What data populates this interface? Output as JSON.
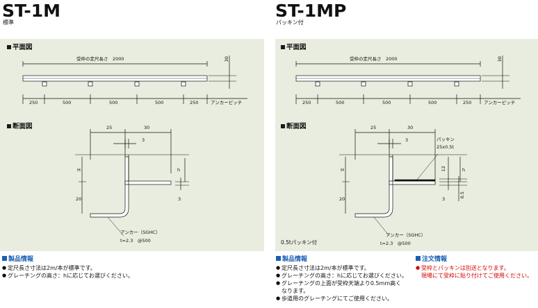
{
  "left": {
    "title": "ST-1M",
    "subtitle": "標準",
    "plan_label": "平面図",
    "section_label": "断面図",
    "plan_dims": {
      "total": "受枠の定尺長さ　2000",
      "height": "30",
      "pitch": [
        "250",
        "500",
        "500",
        "500",
        "250"
      ],
      "pitch_label": "アンカーピッチ"
    },
    "section_dims": {
      "top_a": "25",
      "top_b": "30",
      "gap": "3",
      "H": "H",
      "h": "h",
      "twenty": "20",
      "three": "3",
      "anchor": "アンカー（SGHC）",
      "anchor_spec": "t=2.3　@500"
    },
    "info": {
      "heading": "製品情報",
      "items": [
        "定尺長さ寸法は2m/本が標準です。",
        "グレーチングの高さ：hに応じてお選びください。"
      ]
    }
  },
  "right": {
    "title": "ST-1MP",
    "subtitle": "パッキン付",
    "plan_label": "平面図",
    "section_label": "断面図",
    "plan_dims": {
      "total": "受枠の定尺長さ　2000",
      "height": "30",
      "pitch": [
        "250",
        "500",
        "500",
        "500",
        "250"
      ],
      "pitch_label": "アンカーピッチ"
    },
    "section_dims": {
      "top_a": "25",
      "top_b": "30",
      "gap": "3",
      "H": "H",
      "h": "h",
      "twelve": "12",
      "twenty": "20",
      "three": "3",
      "five": "0.5",
      "packing": "パッキン",
      "packing_size": "25x0.5t",
      "packing_note": "0.5tパッキン付",
      "anchor": "アンカー（SGHC）",
      "anchor_spec": "t=2.3　@500"
    },
    "info": {
      "heading": "製品情報",
      "items": [
        "定尺長さ寸法は2m/本が標準です。",
        "グレーチングの高さ：hに応じてお選びください。",
        "グレーチングの上面が受枠天端より0.5mm高く",
        "なります。",
        "歩道用のグレーチングにてご使用ください。"
      ]
    },
    "order": {
      "heading": "注文情報",
      "items": [
        "受枠とパッキンは別送となります。",
        "現場にて受枠に貼り付けてご使用ください。"
      ]
    }
  }
}
